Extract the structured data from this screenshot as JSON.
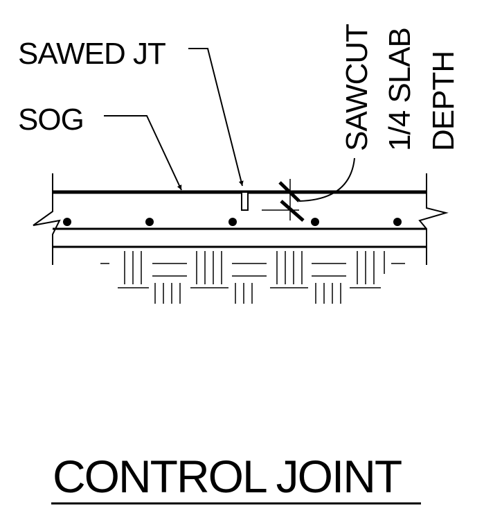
{
  "drawing": {
    "labels": {
      "sawed_jt": "SAWED JT",
      "sog": "SOG",
      "sawcut": "SAWCUT",
      "slab_fraction": "1/4 SLAB",
      "depth": "DEPTH"
    },
    "title": "CONTROL JOINT",
    "line_color": "#000000",
    "background": "#ffffff"
  }
}
